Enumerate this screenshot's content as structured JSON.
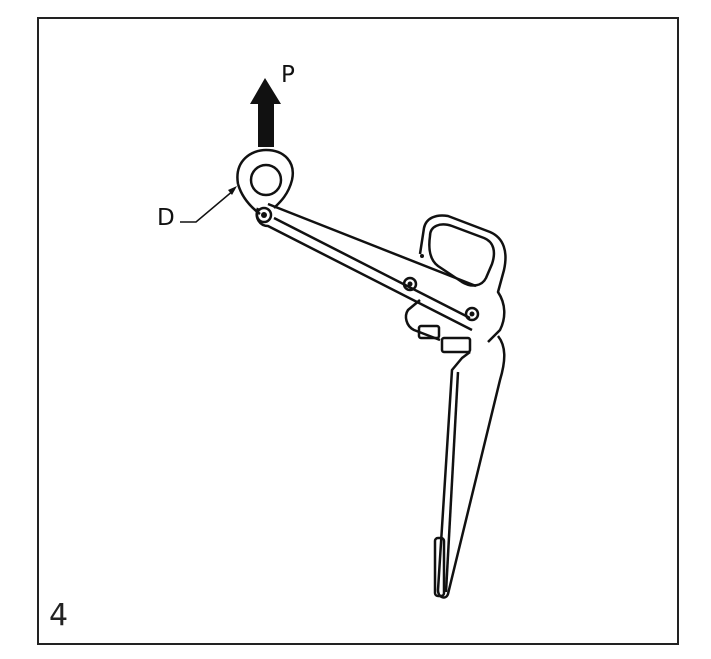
{
  "figure": {
    "number": "4",
    "labels": {
      "force": "P",
      "part": "D"
    },
    "colors": {
      "stroke": "#111111",
      "frame": "#222222",
      "background": "#ffffff"
    }
  }
}
